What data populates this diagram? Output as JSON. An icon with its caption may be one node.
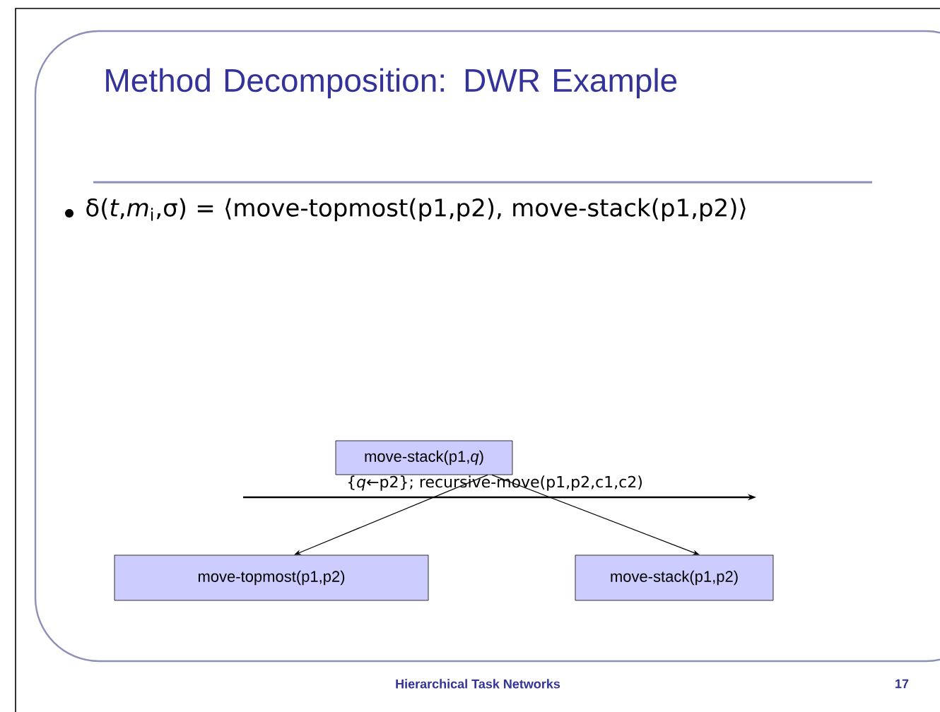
{
  "diagram": {
    "title": "Method Decomposition: DWR Example",
    "nodes": [
      {
        "text": [
          "move-stack(p1,*q*)"
        ]
      },
      {
        "text": [
          "move-topmost(p1,p2)"
        ]
      },
      {
        "text": [
          "move-stack(p1,p2)"
        ]
      }
    ],
    "edges": [
      {
        "from": 0,
        "to": 1,
        "arrow": "to"
      },
      {
        "from": 0,
        "to": 2,
        "arrow": "to"
      }
    ],
    "labels": [
      "δ(*t*,*m*$_{i}$,σ) = ⟨move-topmost(p1,p2), move-stack(p1,p2)⟩",
      "{*q*←p2}; recursive-move(p1,p2,c1,c2)",
      "Hierarchical Task Networks",
      "17"
    ]
  }
}
